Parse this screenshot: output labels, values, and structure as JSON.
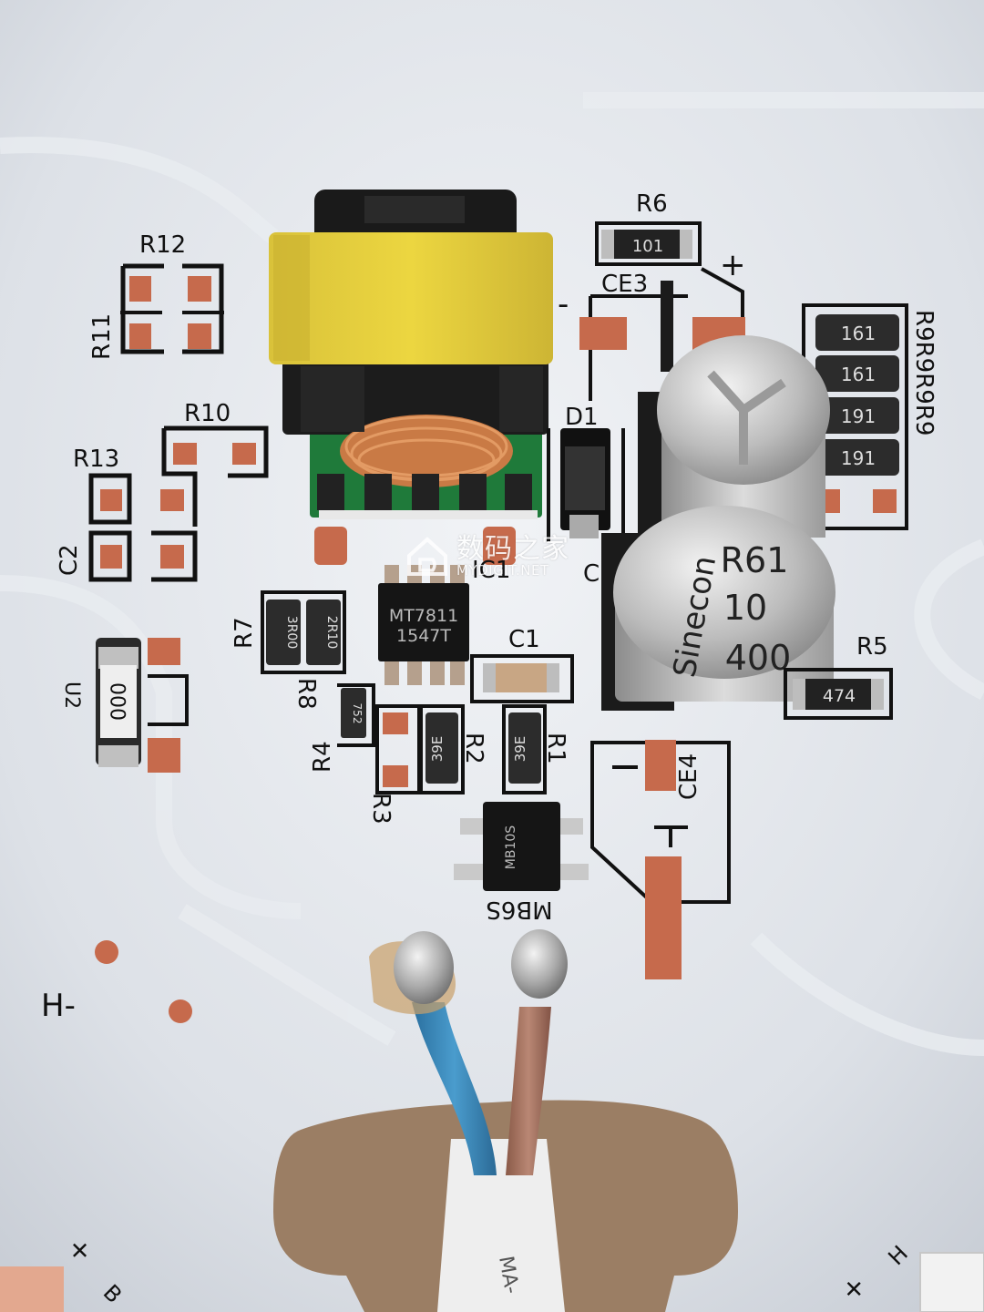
{
  "board_labels": {
    "r12": "R12",
    "r11": "R11",
    "r10": "R10",
    "r13": "R13",
    "c2": "C2",
    "r6": "R6",
    "ce3": "CE3",
    "plus_top": "+",
    "minus_mid": "-",
    "d1": "D1",
    "r9": "R9R9R9R9",
    "ic1": "IC1",
    "c1": "C1",
    "c_left": "C",
    "r7": "R7",
    "r8": "R8",
    "u2": "U2",
    "r4": "R4",
    "r2": "R2",
    "r1": "R1",
    "r3": "R3",
    "r5": "R5",
    "ce4": "CE4",
    "mbbs": "MB6S",
    "h_minus": "H-",
    "plus_bl": "+",
    "b_bl": "B",
    "plus_br": "+",
    "h_br": "H"
  },
  "component_markings": {
    "r6_code": "101",
    "r9_1": "161",
    "r9_2": "161",
    "r9_3": "191",
    "r9_4": "191",
    "ic_line1": "MT7811",
    "ic_line2": "1547T",
    "r7_code": "3R00",
    "r8_code": "2R10",
    "u2_code": "000",
    "r4_code": "752",
    "r2_code": "39E",
    "r1_code": "39E",
    "r5_code": "474",
    "bridge_code": "MB10S",
    "cap_brand": "Sinecon",
    "cap_line1": "R61",
    "cap_line2": "10",
    "cap_line3": "400",
    "cable_text": "MA-"
  },
  "watermark": {
    "cn": "数码之家",
    "en": "MYDIGIT.NET"
  }
}
